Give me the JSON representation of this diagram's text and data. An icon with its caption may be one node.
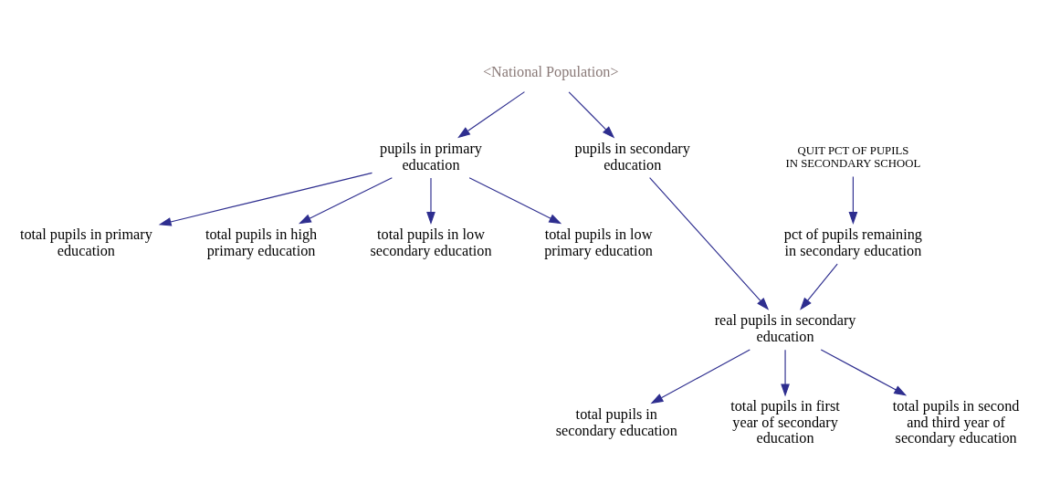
{
  "diagram": {
    "nodes": [
      {
        "text": [
          "<National Population>"
        ]
      },
      {
        "text": [
          "pupils in primary education"
        ]
      },
      {
        "text": [
          "pupils in secondary education"
        ]
      },
      {
        "text": [
          "QUIT PCT OF PUPILS IN SECONDARY SCHOOL"
        ]
      },
      {
        "text": [
          "pct of pupils remaining in secondary education"
        ]
      },
      {
        "text": [
          "total pupils in primary education"
        ]
      },
      {
        "text": [
          "total pupils in secondary education"
        ]
      },
      {
        "text": [
          "real pupils in secondary education"
        ]
      },
      {
        "text": [
          "total pupils in high primary education"
        ]
      },
      {
        "text": [
          "total pupils in low secondary education"
        ]
      },
      {
        "text": [
          "total pupils in low primary education"
        ]
      },
      {
        "text": [
          "total pupils in first year of secondary education"
        ]
      },
      {
        "text": [
          "total pupils in second and third year of secondary education"
        ]
      }
    ],
    "edges": [
      {
        "from": 0,
        "to": 1,
        "arrow": "to"
      },
      {
        "from": 0,
        "to": 2,
        "arrow": "to"
      },
      {
        "from": 3,
        "to": 4,
        "arrow": "to"
      },
      {
        "from": 1,
        "to": 5,
        "arrow": "to"
      },
      {
        "from": 1,
        "to": 8,
        "arrow": "to"
      },
      {
        "from": 1,
        "to": 10,
        "arrow": "to"
      },
      {
        "from": 1,
        "to": 9,
        "arrow": "to"
      },
      {
        "from": 2,
        "to": 7,
        "arrow": "to"
      },
      {
        "from": 4,
        "to": 7,
        "arrow": "to"
      },
      {
        "from": 7,
        "to": 6,
        "arrow": "to"
      },
      {
        "from": 7,
        "to": 11,
        "arrow": "to"
      },
      {
        "from": 7,
        "to": 12,
        "arrow": "to"
      }
    ]
  }
}
